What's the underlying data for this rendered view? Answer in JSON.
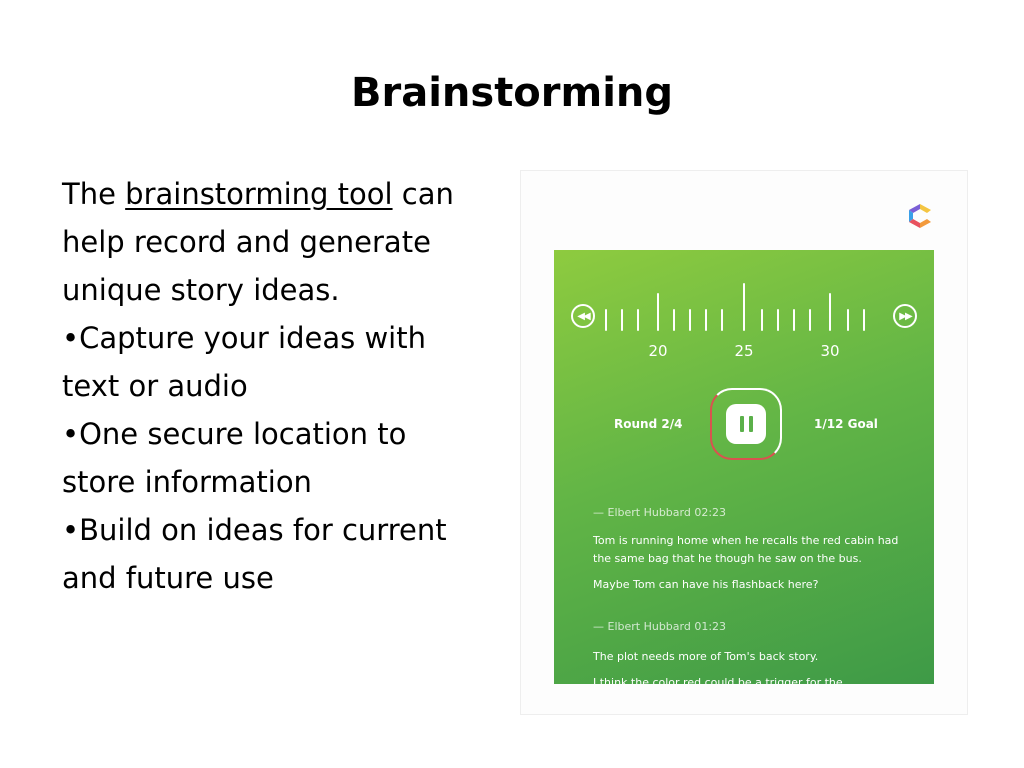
{
  "slide": {
    "title": "Brainstorming",
    "intro_before_link": "The ",
    "intro_link": "brainstorming tool",
    "intro_after_link": " can help record and generate unique story ideas.",
    "bullets": [
      "•Capture your ideas with text or audio",
      "•One secure location to store information",
      "•Build on ideas for current and future use"
    ]
  },
  "app": {
    "tick_labels": [
      "20",
      "25",
      "30"
    ],
    "round_label": "Round  2/4",
    "goal_label": "1/12  Goal",
    "notes": [
      {
        "author": "— Elbert Hubbard 02:23",
        "lines": [
          "Tom is running home when he recalls the red cabin had the same bag that he though he saw on the bus.",
          "Maybe Tom  can have his flashback here?"
        ]
      },
      {
        "author": "— Elbert Hubbard 01:23",
        "lines": [
          "The plot needs more of Tom's back story.",
          "I think the color red could be a trigger for the"
        ]
      }
    ],
    "colors": {
      "gradient_start": "#8ecb3f",
      "gradient_end": "#3e9a47",
      "recording_ring": "#d9534f"
    },
    "icons": [
      "rewind-icon",
      "fast-forward-icon",
      "pause-icon",
      "app-logo"
    ]
  }
}
